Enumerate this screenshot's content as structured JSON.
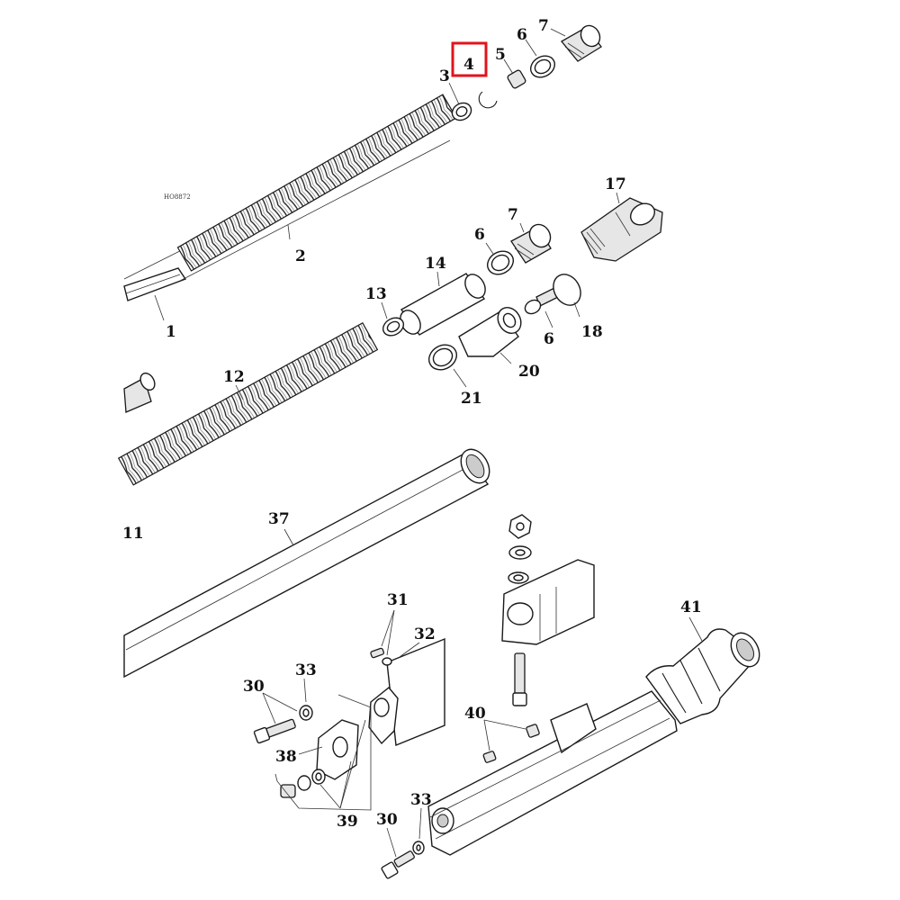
{
  "document_code": "HO8872",
  "highlight_color": "#e0141c",
  "highlighted_callout": "4",
  "callouts": {
    "c1": "1",
    "c2": "2",
    "c3": "3",
    "c4": "4",
    "c5": "5",
    "c6a": "6",
    "c7a": "7",
    "c6b": "6",
    "c7b": "7",
    "c17": "17",
    "c14": "14",
    "c13": "13",
    "c18": "18",
    "c6c": "6",
    "c20": "20",
    "c21": "21",
    "c12": "12",
    "c11": "11",
    "c37": "37",
    "c31": "31",
    "c32": "32",
    "c33a": "33",
    "c30a": "30",
    "c38": "38",
    "c39": "39",
    "c40": "40",
    "c41": "41",
    "c33b": "33",
    "c30b": "30"
  }
}
